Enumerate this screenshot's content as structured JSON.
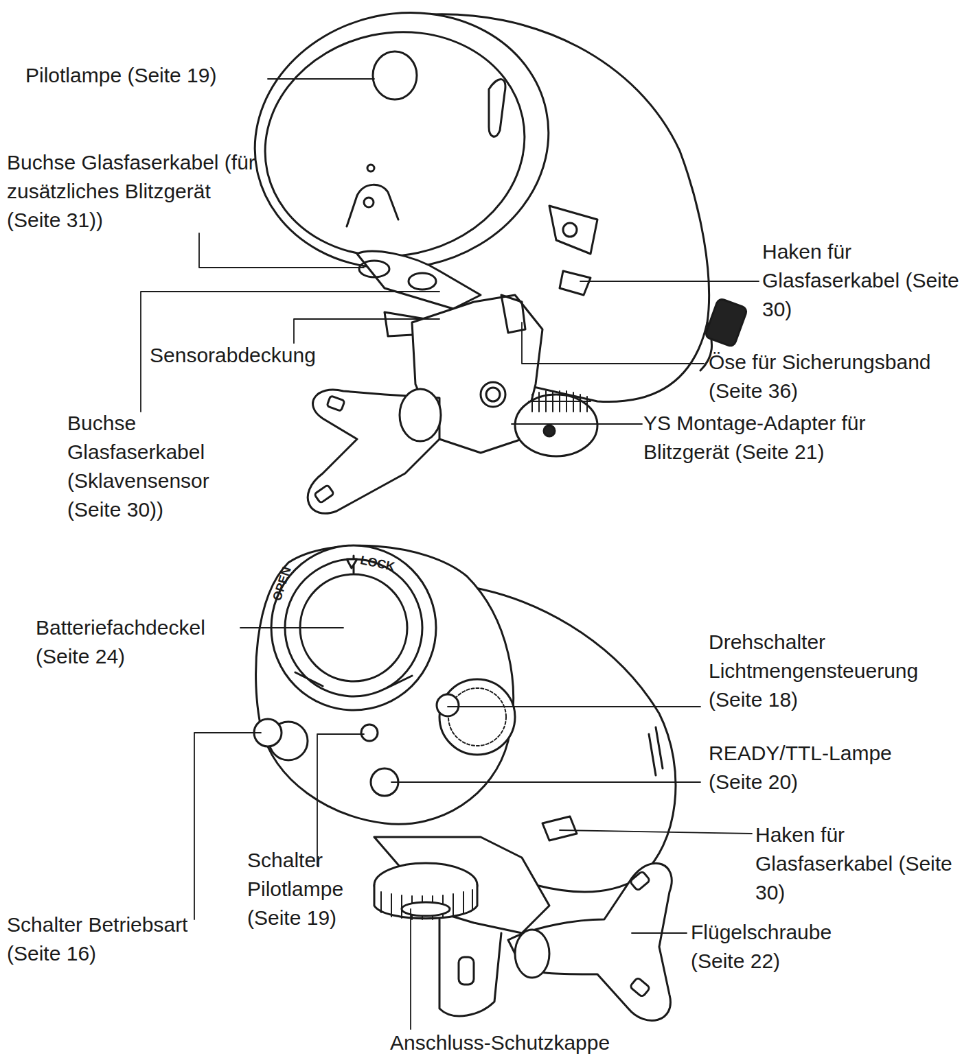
{
  "diagram": {
    "labels": [
      "Pilotlampe (Seite 19)",
      "Buchse Glasfaserkabel (für zusätzliches Blitzgerät (Seite 31))",
      "Haken für Glasfaserkabel (Seite 30)",
      "Sensorabdeckung",
      "Öse für Sicherungsband (Seite 36)",
      "Buchse Glasfaserkabel (Sklavensensor (Seite 30))",
      "YS Montage-Adapter für Blitzgerät (Seite 21)",
      "LOCK",
      "OPEN",
      "Batteriefachdeckel (Seite 24)",
      "Drehschalter Lichtmengensteuerung (Seite 18)",
      "READY/TTL-Lampe (Seite 20)",
      "Haken für Glasfaserkabel (Seite 30)",
      "Schalter Pilotlampe (Seite 19)",
      "Schalter Betriebsart (Seite 16)",
      "Flügelschraube (Seite 22)",
      "Anschluss-Schutzkappe"
    ]
  }
}
